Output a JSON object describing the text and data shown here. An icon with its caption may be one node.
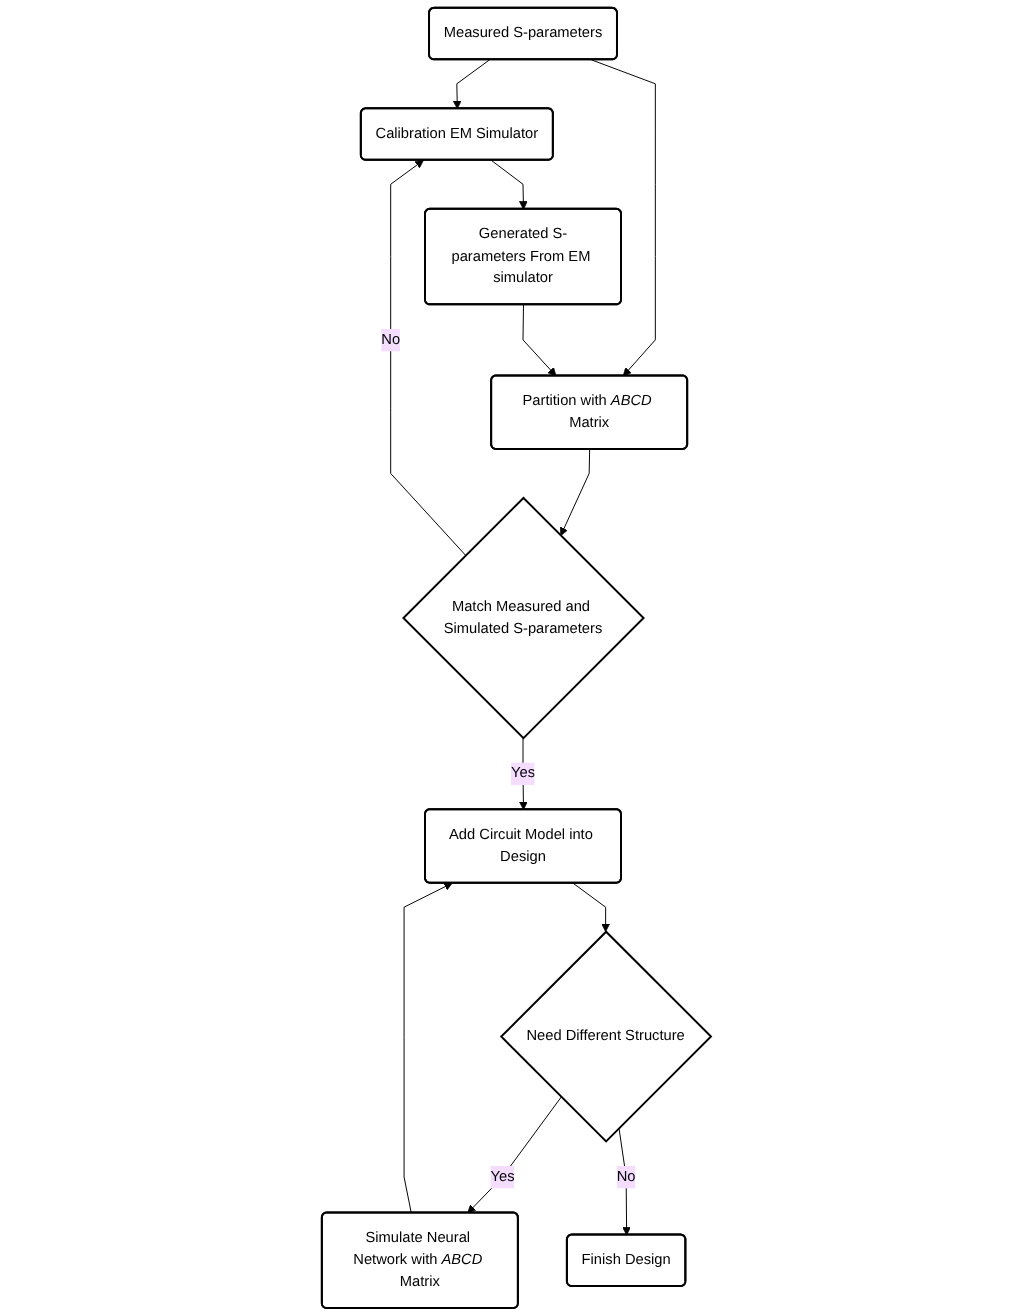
{
  "diagram": {
    "nodes": [
      {
        "text": [
          "Measured S-parameters"
        ]
      },
      {
        "text": [
          "Calibration EM Simulator"
        ]
      },
      {
        "text": [
          "Generated S-parameters From EM simulator"
        ]
      },
      {
        "text": [
          "Partition with *ABCD* Matrix"
        ]
      },
      {
        "text": [
          "Match Measured and Simulated S-parameters"
        ]
      },
      {
        "text": [
          "Add Circuit Model into Design"
        ]
      },
      {
        "text": [
          "Need Different Structure"
        ]
      },
      {
        "text": [
          "Simulate Neural Network with *ABCD* Matrix"
        ]
      },
      {
        "text": [
          "Finish Design"
        ]
      }
    ],
    "edges": [
      {
        "from": 0,
        "to": 1,
        "arrow": "to"
      },
      {
        "from": 0,
        "to": 3,
        "arrow": "to"
      },
      {
        "from": 1,
        "to": 2,
        "arrow": "to"
      },
      {
        "from": 2,
        "to": 3,
        "arrow": "to"
      },
      {
        "from": 3,
        "to": 4,
        "arrow": "to"
      },
      {
        "from": 4,
        "to": 1,
        "arrow": "to",
        "label": "No"
      },
      {
        "from": 4,
        "to": 5,
        "arrow": "to",
        "label": "Yes"
      },
      {
        "from": 5,
        "to": 6,
        "arrow": "to"
      },
      {
        "from": 6,
        "to": 7,
        "arrow": "to",
        "label": "Yes"
      },
      {
        "from": 7,
        "to": 5,
        "arrow": "to"
      },
      {
        "from": 6,
        "to": 8,
        "arrow": "to",
        "label": "No"
      }
    ]
  }
}
